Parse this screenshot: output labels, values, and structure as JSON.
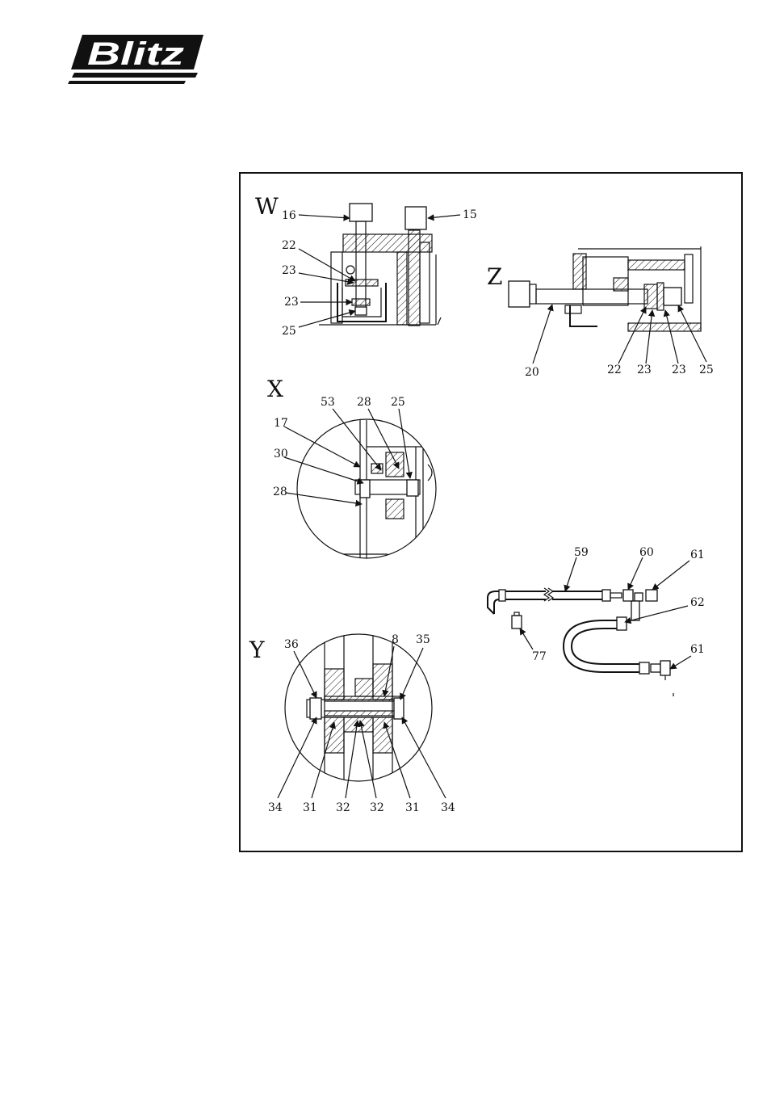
{
  "brand": {
    "logo_text": "Blitz",
    "registered_mark": "®"
  },
  "views": {
    "W": {
      "title": "W",
      "labels": [
        "16",
        "15",
        "22",
        "23",
        "23",
        "25"
      ]
    },
    "Z": {
      "title": "Z",
      "labels": [
        "20",
        "22",
        "23",
        "23",
        "25"
      ]
    },
    "X": {
      "title": "X",
      "labels": [
        "53",
        "28",
        "25",
        "17",
        "30",
        "28"
      ]
    },
    "hose": {
      "labels": [
        "59",
        "60",
        "61",
        "62",
        "61",
        "77"
      ]
    },
    "Y": {
      "title": "Y",
      "labels": [
        "36",
        "8",
        "35",
        "34",
        "31",
        "32",
        "32",
        "31",
        "34"
      ]
    }
  }
}
